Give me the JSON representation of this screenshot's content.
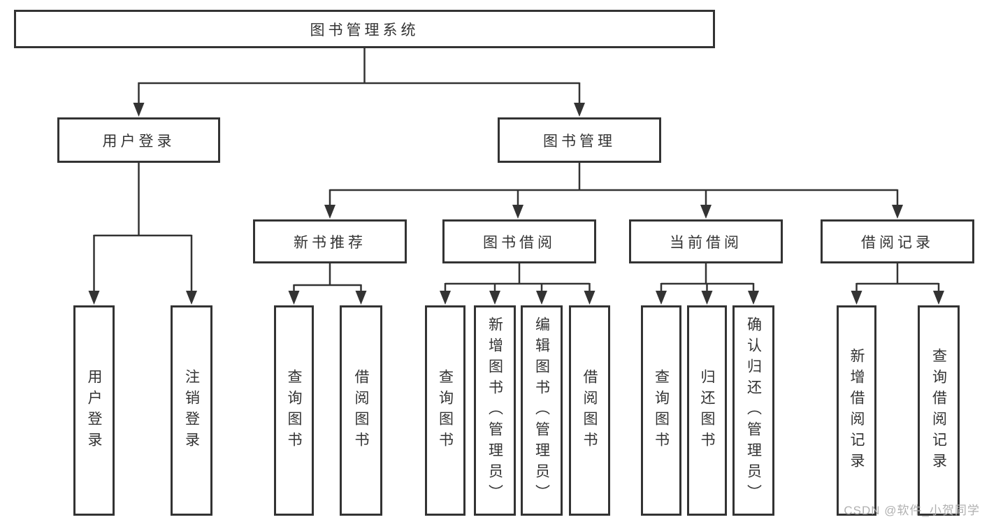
{
  "diagram": {
    "title": "图书管理系统",
    "branches": [
      {
        "label": "用户登录",
        "leaves": [
          "用户登录",
          "注销登录"
        ]
      },
      {
        "label": "图书管理",
        "groups": [
          {
            "label": "新书推荐",
            "leaves": [
              "查询图书",
              "借阅图书"
            ]
          },
          {
            "label": "图书借阅",
            "leaves": [
              "查询图书",
              "新增图书（管理员）",
              "编辑图书（管理员）",
              "借阅图书"
            ]
          },
          {
            "label": "当前借阅",
            "leaves": [
              "查询图书",
              "归还图书",
              "确认归还（管理员）"
            ]
          },
          {
            "label": "借阅记录",
            "leaves": [
              "新增借阅记录",
              "查询借阅记录"
            ]
          }
        ]
      }
    ]
  },
  "watermark": {
    "text": "CSDN @软件_小贺同学",
    "color": "#b0b0b0"
  },
  "colors": {
    "line": "#333333",
    "text": "#333333",
    "background": "#ffffff"
  }
}
